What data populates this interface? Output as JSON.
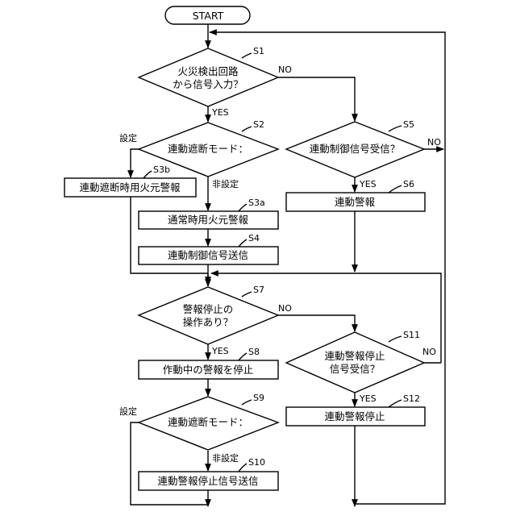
{
  "start": "START",
  "steps": {
    "s1": {
      "id": "S1",
      "lines": [
        "火災検出回路",
        "から信号入力？"
      ]
    },
    "s2": {
      "id": "S2",
      "text": "連動遮断モード："
    },
    "s3a": {
      "id": "S3a",
      "text": "通常時用火元警報"
    },
    "s3b": {
      "id": "S3b",
      "text": "連動遮断時用火元警報"
    },
    "s4": {
      "id": "S4",
      "text": "連動制御信号送信"
    },
    "s5": {
      "id": "S5",
      "text": "連動制御信号受信？"
    },
    "s6": {
      "id": "S6",
      "text": "連動警報"
    },
    "s7": {
      "id": "S7",
      "lines": [
        "警報停止の",
        "操作あり？"
      ]
    },
    "s8": {
      "id": "S8",
      "text": "作動中の警報を停止"
    },
    "s9": {
      "id": "S9",
      "text": "連動遮断モード："
    },
    "s10": {
      "id": "S10",
      "text": "連動警報停止信号送信"
    },
    "s11": {
      "id": "S11",
      "lines": [
        "連動警報停止",
        "信号受信？"
      ]
    },
    "s12": {
      "id": "S12",
      "text": "連動警報停止"
    }
  },
  "branches": {
    "s1_yes": "YES",
    "s1_no": "NO",
    "s2_set": "設定",
    "s2_unset": "非設定",
    "s5_yes": "YES",
    "s5_no": "NO",
    "s7_yes": "YES",
    "s7_no": "NO",
    "s9_set": "設定",
    "s9_unset": "非設定",
    "s11_yes": "YES",
    "s11_no": "NO"
  }
}
